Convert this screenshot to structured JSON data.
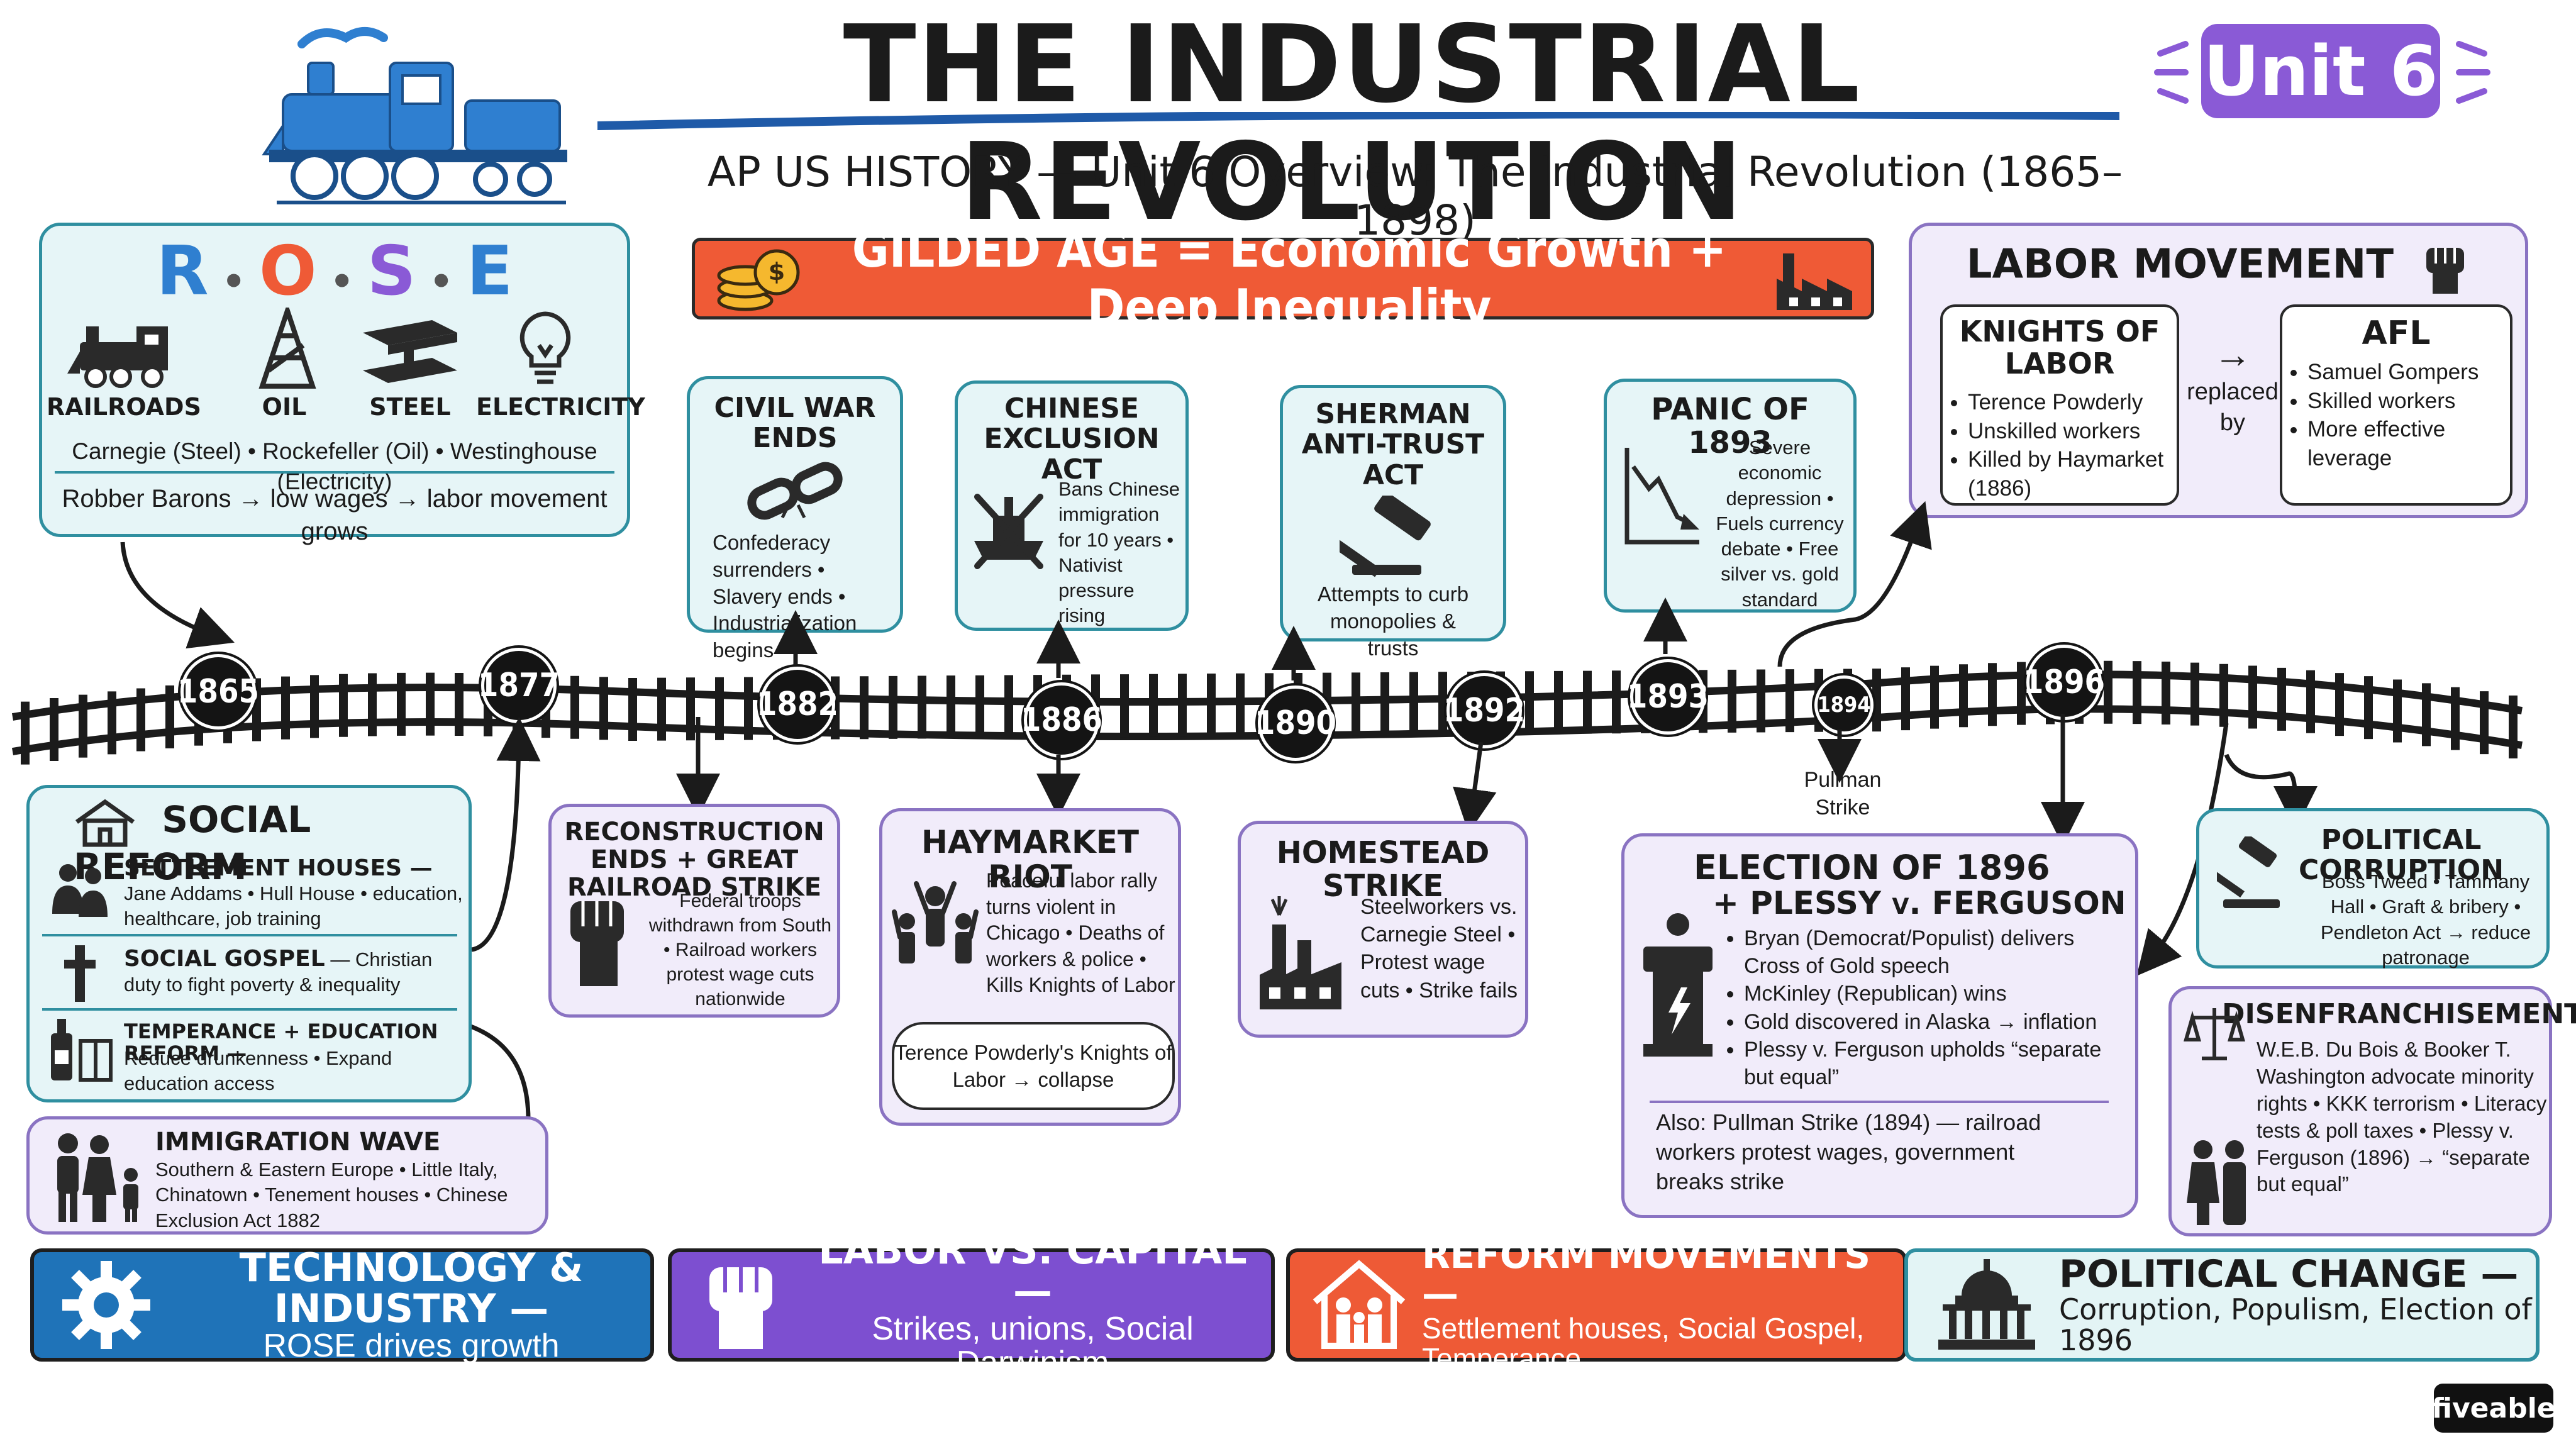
{
  "header": {
    "title": "THE INDUSTRIAL REVOLUTION",
    "unit_badge": "Unit 6",
    "subtitle": "AP US HISTORY — Unit 6 Overview: The Industrial Revolution (1865–1898)"
  },
  "gilded": {
    "text": "GILDED AGE = Economic Growth + Deep Inequality"
  },
  "rose": {
    "letters": [
      "R",
      "O",
      "S",
      "E"
    ],
    "items": [
      "RAILROADS",
      "OIL",
      "STEEL",
      "ELECTRICITY"
    ],
    "line1": "Carnegie (Steel) • Rockefeller (Oil) • Westinghouse (Electricity)",
    "line2": "Robber Barons → low wages → labor movement grows"
  },
  "labor_movement": {
    "title": "LABOR MOVEMENT",
    "knights": {
      "title": "KNIGHTS OF LABOR",
      "items": [
        "Terence Powderly",
        "Unskilled workers",
        "Killed by Haymarket (1886)"
      ]
    },
    "arrow_label": "replaced by",
    "afl": {
      "title": "AFL",
      "items": [
        "Samuel Gompers",
        "Skilled workers",
        "More effective leverage"
      ]
    }
  },
  "timeline": {
    "years": [
      "1865",
      "1877",
      "1882",
      "1886",
      "1890",
      "1892",
      "1893",
      "1894",
      "1896"
    ],
    "pullman_label": "Pullman Strike"
  },
  "events_top": {
    "civil_war": {
      "title": "CIVIL WAR ENDS",
      "body": "Confederacy surrenders • Slavery ends • Industrialization begins"
    },
    "chinese": {
      "title": "CHINESE EXCLUSION ACT",
      "body": "Bans Chinese immigration for 10 years • Nativist pressure rising"
    },
    "sherman": {
      "title": "SHERMAN ANTI-TRUST ACT",
      "body": "Attempts to curb monopolies & trusts"
    },
    "panic": {
      "title": "PANIC OF 1893",
      "body": "Severe economic depression • Fuels currency debate • Free silver vs. gold standard"
    }
  },
  "events_bottom": {
    "reconstruction": {
      "title": "RECONSTRUCTION ENDS + GREAT RAILROAD STRIKE",
      "body": "Federal troops withdrawn from South • Railroad workers protest wage cuts nationwide"
    },
    "haymarket": {
      "title": "HAYMARKET RIOT",
      "body": "Peaceful labor rally turns violent in Chicago • Deaths of workers & police • Kills Knights of Labor",
      "bubble": "Terence Powderly's Knights of Labor → collapse"
    },
    "homestead": {
      "title": "HOMESTEAD STRIKE",
      "body": "Steelworkers vs. Carnegie Steel • Protest wage cuts • Strike fails"
    },
    "election": {
      "title1": "ELECTION OF 1896",
      "title2": "+ PLESSY v. FERGUSON",
      "items": [
        "Bryan (Democrat/Populist) delivers Cross of Gold speech",
        "McKinley (Republican) wins",
        "Gold discovered in Alaska → inflation",
        "Plessy v. Ferguson upholds “separate but equal”"
      ],
      "also": "Also: Pullman Strike (1894) — railroad workers protest wages, government breaks strike"
    },
    "corruption": {
      "title": "POLITICAL CORRUPTION",
      "body": "Boss Tweed • Tammany Hall • Graft & bribery • Pendleton Act → reduce patronage"
    },
    "disenfranchisement": {
      "title": "DISENFRANCHISEMENT",
      "body": "W.E.B. Du Bois & Booker T. Washington advocate minority rights • KKK terrorism • Literacy tests & poll taxes • Plessy v. Ferguson (1896) → “separate but equal”"
    }
  },
  "social_reform": {
    "title": "SOCIAL REFORM",
    "settlement_title": "SETTLEMENT HOUSES —",
    "settlement_body": "Jane Addams • Hull House • education, healthcare, job training",
    "gospel_title": "SOCIAL GOSPEL",
    "gospel_body": "— Christian duty to fight poverty & inequality",
    "temperance_title": "TEMPERANCE + EDUCATION REFORM —",
    "temperance_body": "Reduce drunkenness • Expand education access"
  },
  "immigration": {
    "title": "IMMIGRATION WAVE",
    "body": "Southern & Eastern Europe • Little Italy, Chinatown • Tenement houses • Chinese Exclusion Act 1882"
  },
  "banners": [
    {
      "t1": "TECHNOLOGY & INDUSTRY —",
      "t2": "ROSE drives growth",
      "color": "#1f73b8"
    },
    {
      "t1": "LABOR VS. CAPITAL —",
      "t2": "Strikes, unions, Social Darwinism",
      "color": "#7d4fd0"
    },
    {
      "t1": "REFORM MOVEMENTS —",
      "t2": "Settlement houses, Social Gospel, Temperance",
      "color": "#ee5a36"
    },
    {
      "t1": "POLITICAL CHANGE —",
      "t2": "Corruption, Populism, Election of 1896",
      "color": "#e3f4f5"
    }
  ],
  "brand": "fiveable",
  "colors": {
    "teal": "#2f8fa0",
    "lavender": "#8a73c2",
    "accent_red": "#ef5a36",
    "blue": "#1f73b8",
    "purple": "#7d4fd0"
  }
}
